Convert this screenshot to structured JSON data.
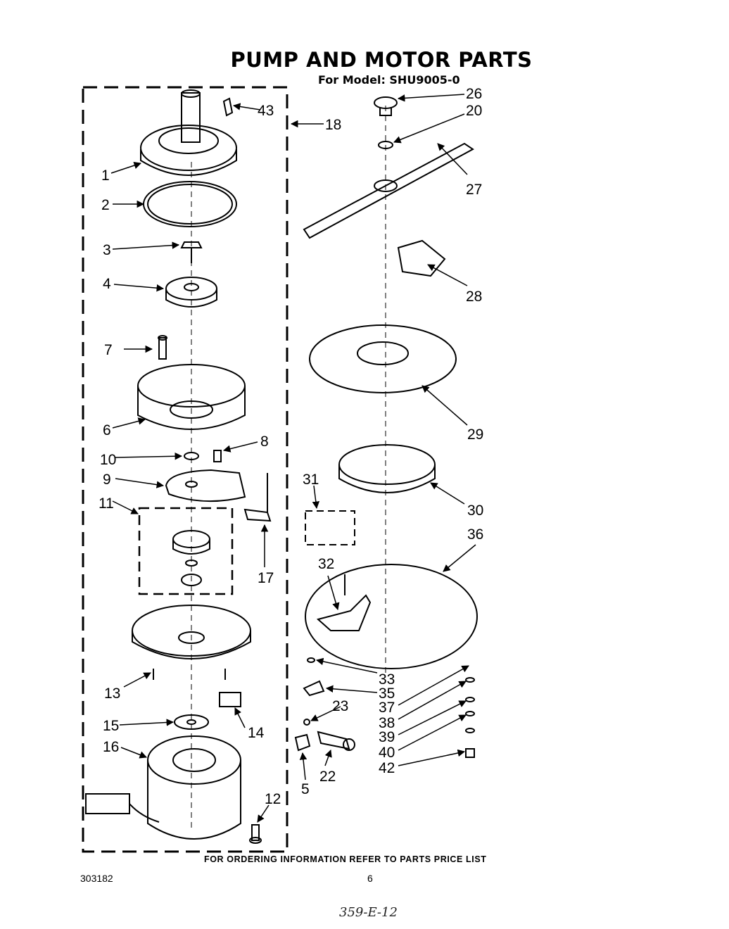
{
  "title": "PUMP AND MOTOR PARTS",
  "model": "For Model: SHU9005-0",
  "footer": "FOR ORDERING INFORMATION REFER TO PARTS PRICE LIST",
  "doc_number": "303182",
  "page_number": "6",
  "handwritten_note": "359-E-12",
  "callouts": [
    "1",
    "2",
    "3",
    "4",
    "5",
    "6",
    "7",
    "8",
    "9",
    "10",
    "11",
    "12",
    "13",
    "14",
    "15",
    "16",
    "17",
    "18",
    "20",
    "22",
    "23",
    "26",
    "27",
    "28",
    "29",
    "30",
    "31",
    "32",
    "33",
    "35",
    "36",
    "37",
    "38",
    "39",
    "40",
    "42",
    "43"
  ]
}
